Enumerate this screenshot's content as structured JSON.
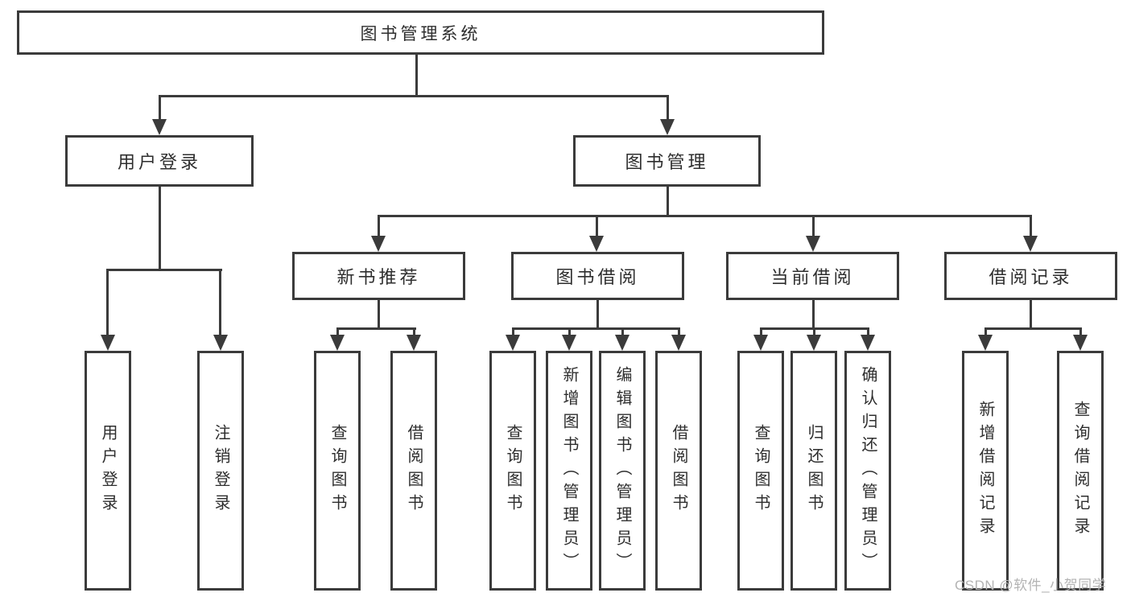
{
  "diagram": {
    "root": {
      "label": "图书管理系统"
    },
    "branches": [
      {
        "label": "用户登录",
        "children": [
          {
            "label": "用户登录"
          },
          {
            "label": "注销登录"
          }
        ]
      },
      {
        "label": "图书管理",
        "children": [
          {
            "label": "新书推荐",
            "children": [
              {
                "label": "查询图书"
              },
              {
                "label": "借阅图书"
              }
            ]
          },
          {
            "label": "图书借阅",
            "children": [
              {
                "label": "查询图书"
              },
              {
                "label": "新增图书（管理员）"
              },
              {
                "label": "编辑图书（管理员）"
              },
              {
                "label": "借阅图书"
              }
            ]
          },
          {
            "label": "当前借阅",
            "children": [
              {
                "label": "查询图书"
              },
              {
                "label": "归还图书"
              },
              {
                "label": "确认归还（管理员）"
              }
            ]
          },
          {
            "label": "借阅记录",
            "children": [
              {
                "label": "新增借阅记录"
              },
              {
                "label": "查询借阅记录"
              }
            ]
          }
        ]
      }
    ],
    "watermark": "CSDN @软件_小贺同学",
    "colors": {
      "line": "#3b3b3b",
      "text": "#2e2e2e",
      "watermark": "#b3b3b3",
      "background": "#ffffff"
    }
  }
}
